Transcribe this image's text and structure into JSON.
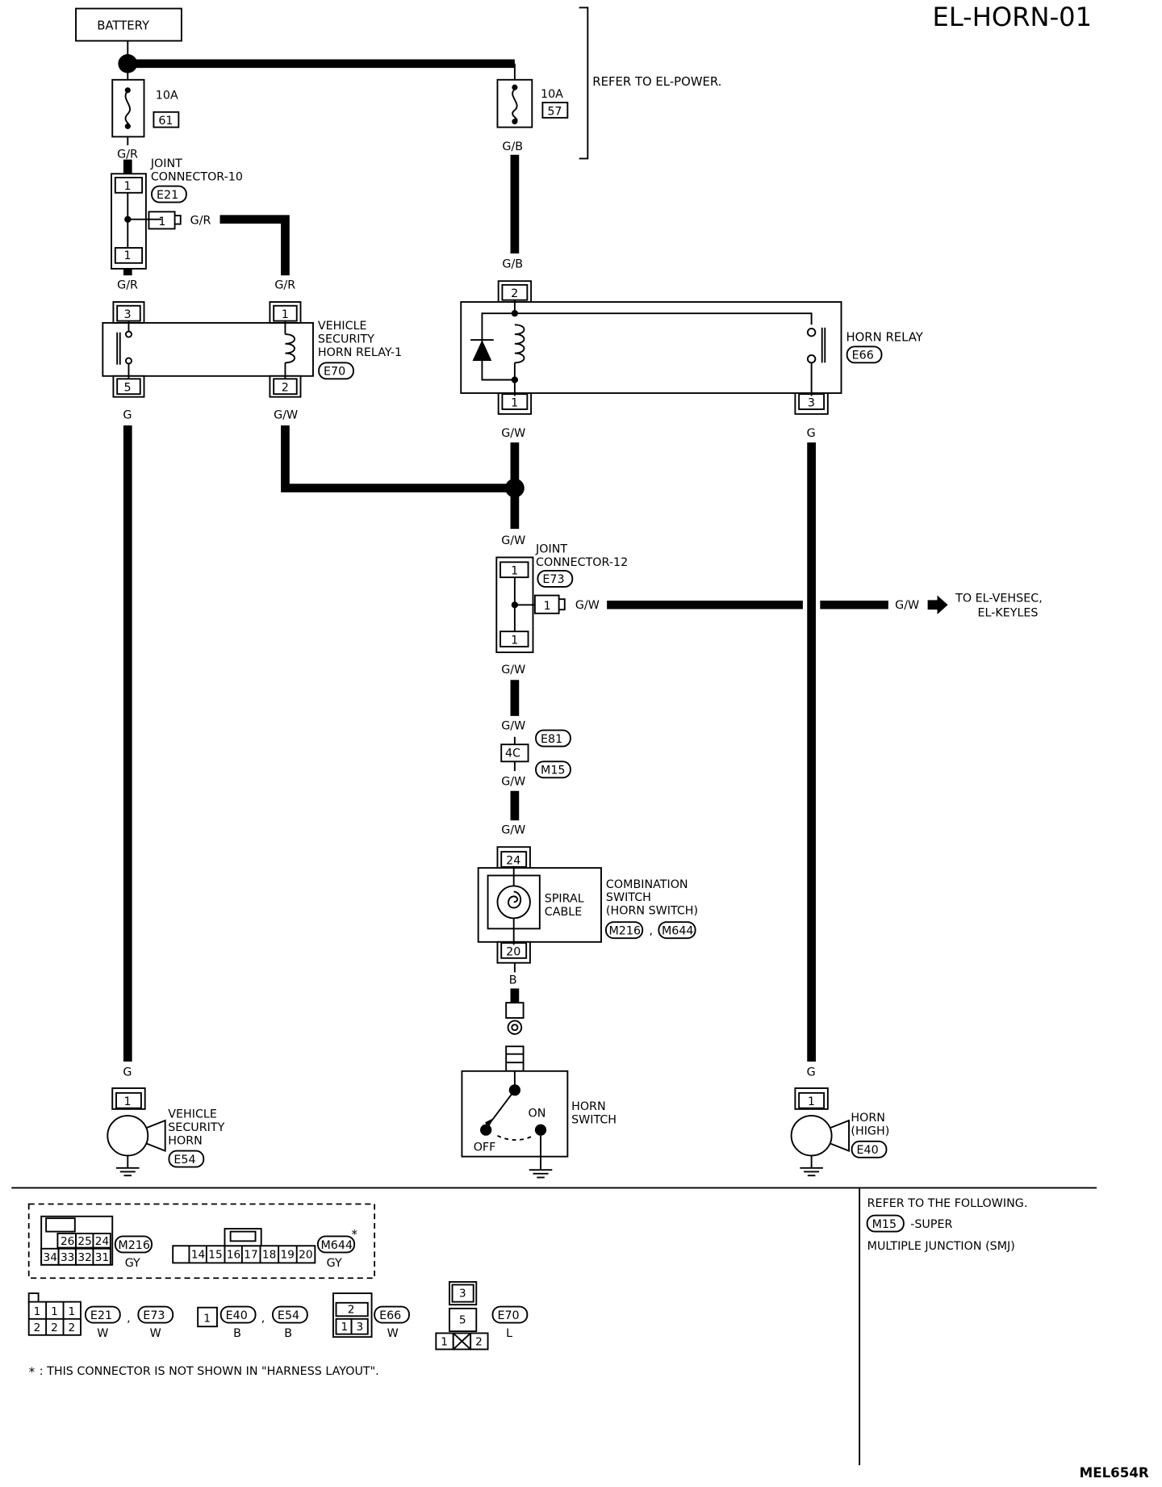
{
  "diagram": {
    "title": "EL-HORN-01",
    "code": "MEL654R",
    "battery_label": "BATTERY",
    "refer_power": "REFER TO EL-POWER.",
    "fuse_a": {
      "amp": "10A",
      "num": "61"
    },
    "fuse_b": {
      "amp": "10A",
      "num": "57"
    },
    "joint10": {
      "line1": "JOINT",
      "line2": "CONNECTOR-10",
      "id": "E21"
    },
    "joint12": {
      "line1": "JOINT",
      "line2": "CONNECTOR-12",
      "id": "E73"
    },
    "sec_relay": {
      "line1": "VEHICLE",
      "line2": "SECURITY",
      "line3": "HORN RELAY-1",
      "id": "E70"
    },
    "horn_relay": {
      "label": "HORN RELAY",
      "id": "E66"
    },
    "combo": {
      "line1": "COMBINATION",
      "line2": "SWITCH",
      "line3": "(HORN SWITCH)",
      "id1": "M216",
      "sep": ",",
      "id2": "M644",
      "spiral1": "SPIRAL",
      "spiral2": "CABLE"
    },
    "jct": {
      "id_top": "E81",
      "pin": "4C",
      "id_bot": "M15"
    },
    "to_label": {
      "line1": "TO EL-VEHSEC,",
      "line2": "EL-KEYLES"
    },
    "sec_horn": {
      "line1": "VEHICLE",
      "line2": "SECURITY",
      "line3": "HORN",
      "id": "E54"
    },
    "horn_high": {
      "line1": "HORN",
      "line2": "(HIGH)",
      "id": "E40"
    },
    "horn_switch": {
      "line1": "HORN",
      "line2": "SWITCH",
      "off": "OFF",
      "on": "ON"
    },
    "wires": {
      "gr": "G/R",
      "gb": "G/B",
      "g": "G",
      "gw": "G/W",
      "b": "B"
    },
    "pins": {
      "p1": "1",
      "p2": "2",
      "p3": "3",
      "p5": "5",
      "p20": "20",
      "p24": "24"
    }
  },
  "legend": {
    "refer_text": "REFER TO THE FOLLOWING.",
    "smj_id": "M15",
    "smj_super": "-SUPER",
    "smj_line2": "MULTIPLE JUNCTION (SMJ)",
    "star": "*",
    "note": ": THIS CONNECTOR IS NOT SHOWN IN \"HARNESS LAYOUT\".",
    "m216": {
      "id": "M216",
      "color": "GY",
      "top_pins": [
        "26",
        "25",
        "24"
      ],
      "bottom_pins": [
        "34",
        "33",
        "32",
        "31"
      ]
    },
    "m644": {
      "id": "M644",
      "color": "GY",
      "pins": [
        "14",
        "15",
        "16",
        "17",
        "18",
        "19",
        "20"
      ]
    },
    "e21_e73": {
      "top_pins": [
        "1",
        "1",
        "1"
      ],
      "bottom_pins": [
        "2",
        "2",
        "2"
      ],
      "id1": "E21",
      "color1": "W",
      "id2": "E73",
      "color2": "W",
      "sep": ","
    },
    "e40_e54": {
      "pin": "1",
      "id1": "E40",
      "color1": "B",
      "id2": "E54",
      "color2": "B",
      "sep": ","
    },
    "e66": {
      "top_pin": "2",
      "bottom_pins": [
        "1",
        "3"
      ],
      "id": "E66",
      "color": "W"
    },
    "e70": {
      "pins": [
        "3",
        "5",
        "1",
        "2"
      ],
      "id": "E70",
      "color": "L"
    }
  }
}
